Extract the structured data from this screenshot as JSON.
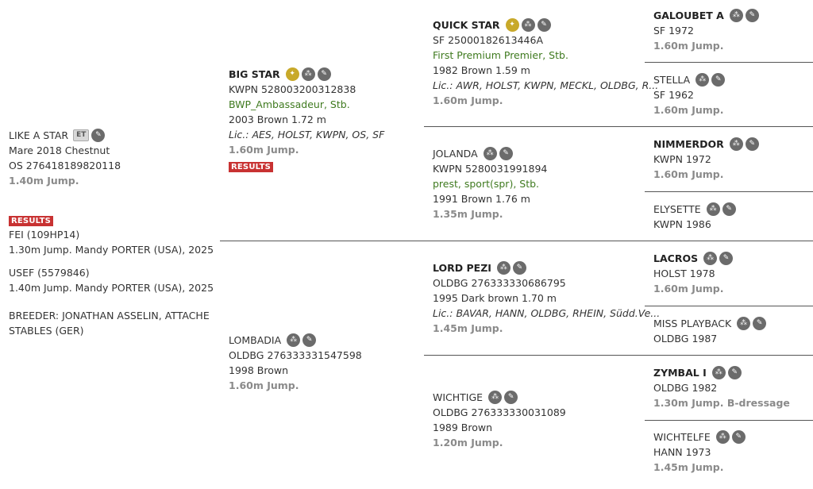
{
  "subject": {
    "name": "LIKE A STAR",
    "et_badge": "ET",
    "line1": "Mare 2018 Chestnut",
    "line2": "OS 276418189820118",
    "jump": "1.40m Jump.",
    "results_label": "RESULTS",
    "fei": "FEI (109HP14)",
    "fei_detail": "1.30m Jump. Mandy PORTER (USA), 2025",
    "usef": "USEF (5579846)",
    "usef_detail": "1.40m Jump. Mandy PORTER (USA), 2025",
    "breeder1": "BREEDER: JONATHAN ASSELIN, ATTACHE",
    "breeder2": "STABLES (GER)"
  },
  "sire": {
    "name": "BIG STAR",
    "reg": "KWPN 528003200312838",
    "title": "BWP_Ambassadeur, Stb.",
    "info": "2003 Brown 1.72 m",
    "lic": "Lic.: AES, HOLST, KWPN, OS, SF",
    "jump": "1.60m Jump.",
    "results_label": "RESULTS"
  },
  "dam": {
    "name": "LOMBADIA",
    "reg": "OLDBG 276333331547598",
    "info": "1998 Brown",
    "jump": "1.60m Jump."
  },
  "ss": {
    "name": "QUICK STAR",
    "reg": "SF 25000182613446A",
    "title": "First Premium Premier, Stb.",
    "info": "1982 Brown 1.59 m",
    "lic": "Lic.: AWR, HOLST, KWPN, MECKL, OLDBG, R...",
    "jump": "1.60m Jump."
  },
  "sd": {
    "name": "JOLANDA",
    "reg": "KWPN 5280031991894",
    "title": "prest, sport(spr), Stb.",
    "info": "1991 Brown 1.76 m",
    "jump": "1.35m Jump."
  },
  "ds": {
    "name": "LORD PEZI",
    "reg": "OLDBG 276333330686795",
    "info": "1995 Dark brown 1.70 m",
    "lic": "Lic.: BAVAR, HANN, OLDBG, RHEIN, Südd.Ve...",
    "jump": "1.45m Jump."
  },
  "dd": {
    "name": "WICHTIGE",
    "reg": "OLDBG 276333330031089",
    "info": "1989 Brown",
    "jump": "1.20m Jump."
  },
  "g": [
    {
      "name": "GALOUBET A",
      "reg": "SF 1972",
      "jump": "1.60m Jump."
    },
    {
      "name": "STELLA",
      "reg": "SF 1962",
      "jump": "1.60m Jump."
    },
    {
      "name": "NIMMERDOR",
      "reg": "KWPN 1972",
      "jump": "1.60m Jump."
    },
    {
      "name": "ELYSETTE",
      "reg": "KWPN 1986",
      "jump": ""
    },
    {
      "name": "LACROS",
      "reg": "HOLST 1978",
      "jump": "1.60m Jump."
    },
    {
      "name": "MISS PLAYBACK",
      "reg": "OLDBG 1987",
      "jump": ""
    },
    {
      "name": "ZYMBAL I",
      "reg": "OLDBG 1982",
      "jump": "1.30m Jump. B-dressage"
    },
    {
      "name": "WICHTELFE",
      "reg": "HANN 1973",
      "jump": "1.45m Jump."
    }
  ],
  "icons": {
    "gold": "key-icon",
    "pedigree": "pedigree-icon",
    "edit": "pencil-icon"
  }
}
